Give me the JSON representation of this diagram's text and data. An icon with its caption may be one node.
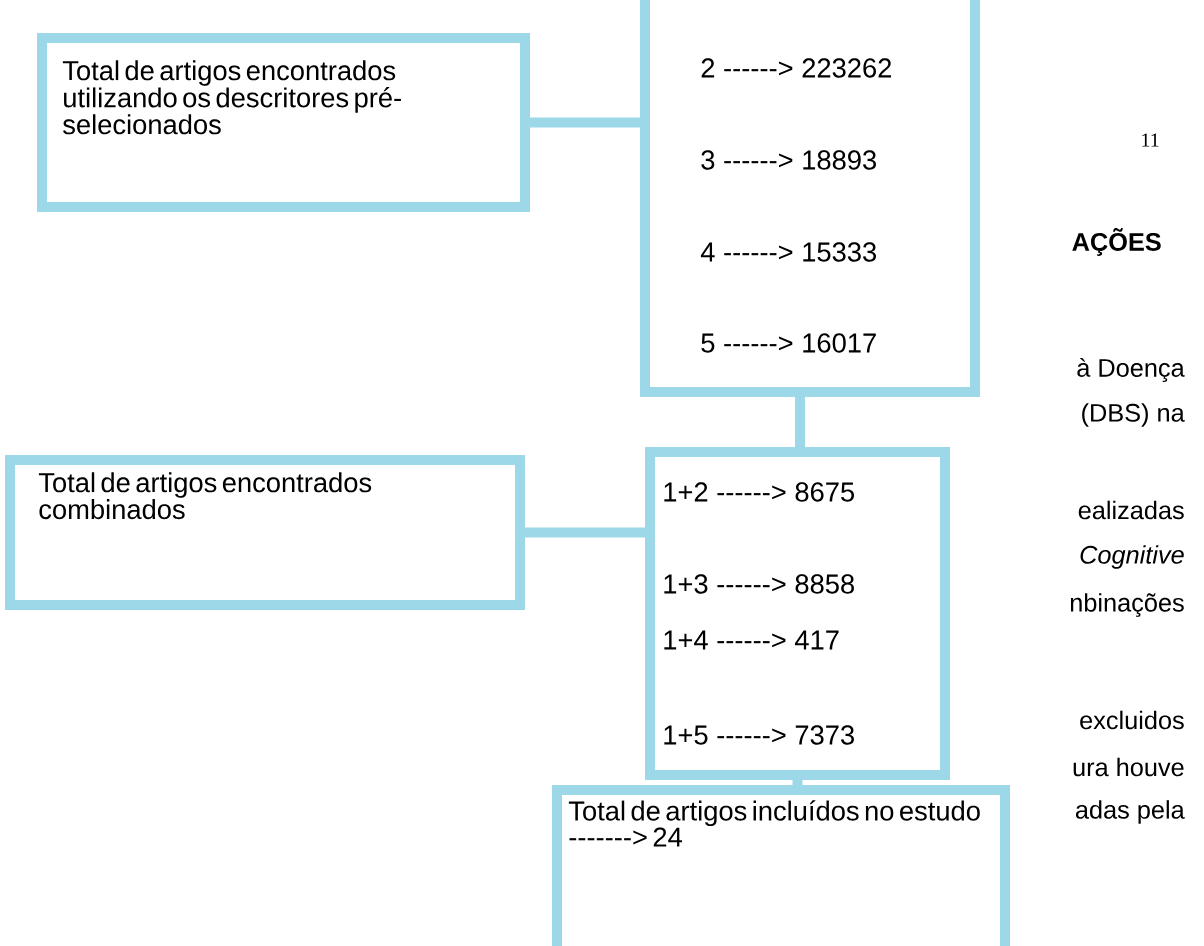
{
  "diagram": {
    "nodes": [
      {
        "text": [
          "Total de artigos encontrados utilizando os descritores pré-selecionados"
        ]
      },
      {
        "text": [
          "2 ------> 223262",
          "3 ------> 18893",
          "4 ------> 15333",
          "5 ------> 16017"
        ]
      },
      {
        "text": [
          "Total de artigos encontrados combinados"
        ]
      },
      {
        "text": [
          "1+2 ------> 8675",
          "1+3 ------> 8858",
          "1+4 ------> 417",
          "1+5 ------> 7373"
        ]
      },
      {
        "text": [
          "Total de artigos incluídos no estudo -------> 24"
        ]
      }
    ],
    "edges": [
      {
        "from": 0,
        "to": 1,
        "arrow": "none"
      },
      {
        "from": 1,
        "to": 3,
        "arrow": "none"
      },
      {
        "from": 2,
        "to": 3,
        "arrow": "none"
      },
      {
        "from": 3,
        "to": 4,
        "arrow": "none"
      }
    ],
    "labels": [
      "11",
      "AÇÕES",
      "à Doença",
      "(DBS) na",
      "ealizadas",
      "Cognitive",
      "nbinações",
      "excluidos",
      "ura houve",
      "adas pela"
    ]
  }
}
